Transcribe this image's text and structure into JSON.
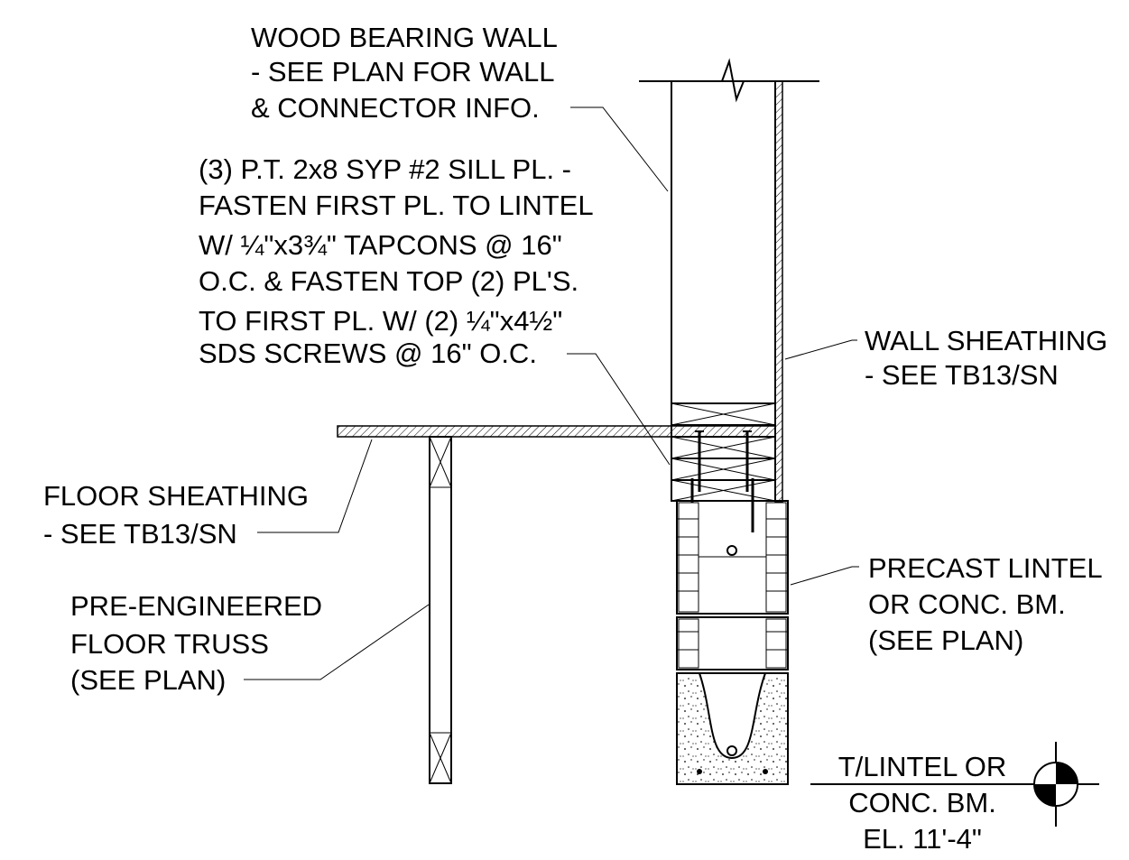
{
  "notes": {
    "wood_wall": [
      "WOOD BEARING WALL",
      "- SEE PLAN FOR WALL",
      "& CONNECTOR INFO."
    ],
    "sill_plates": [
      "(3) P.T. 2x8 SYP #2 SILL PL. -",
      "FASTEN FIRST PL. TO LINTEL",
      "W/ ¼\"x3¾\" TAPCONS @ 16\"",
      "O.C. & FASTEN TOP (2) PL'S.",
      "TO FIRST PL. W/ (2) ¼\"x4½\"",
      "SDS SCREWS @ 16\" O.C."
    ],
    "wall_sheathing": [
      "WALL SHEATHING",
      "- SEE TB13/SN"
    ],
    "floor_sheathing": [
      "FLOOR SHEATHING",
      "- SEE TB13/SN"
    ],
    "floor_truss": [
      "PRE-ENGINEERED",
      "FLOOR TRUSS",
      "(SEE PLAN)"
    ],
    "lintel": [
      "PRECAST LINTEL",
      "OR CONC. BM.",
      "(SEE PLAN)"
    ],
    "elevation": [
      "T/LINTEL OR",
      "CONC. BM.",
      "EL. 11'-4\""
    ]
  }
}
